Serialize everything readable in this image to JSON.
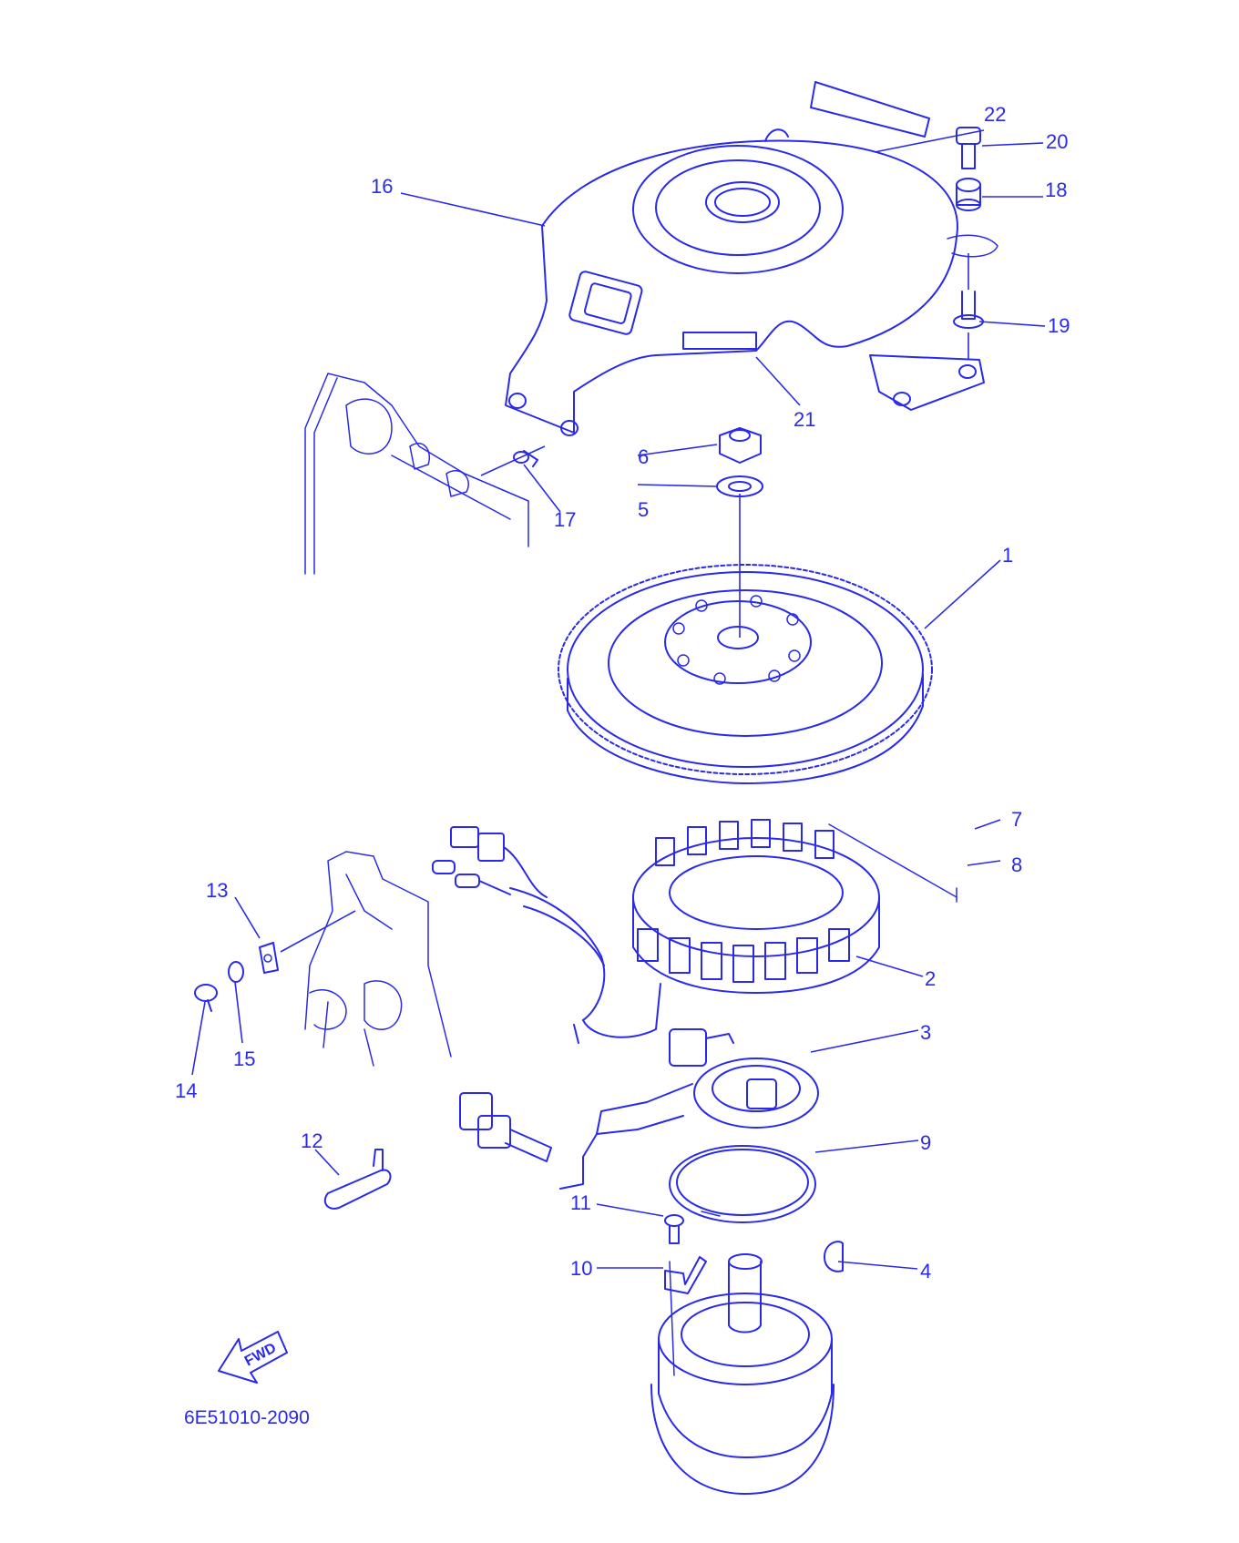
{
  "diagram": {
    "part_code": "6E51010-2090",
    "direction_label": "FWD",
    "line_color": "#2a2ae8",
    "background": "#ffffff",
    "callouts": [
      "1",
      "2",
      "3",
      "4",
      "5",
      "6",
      "7",
      "8",
      "9",
      "10",
      "11",
      "12",
      "13",
      "14",
      "15",
      "16",
      "17",
      "18",
      "19",
      "20",
      "21",
      "22"
    ]
  }
}
